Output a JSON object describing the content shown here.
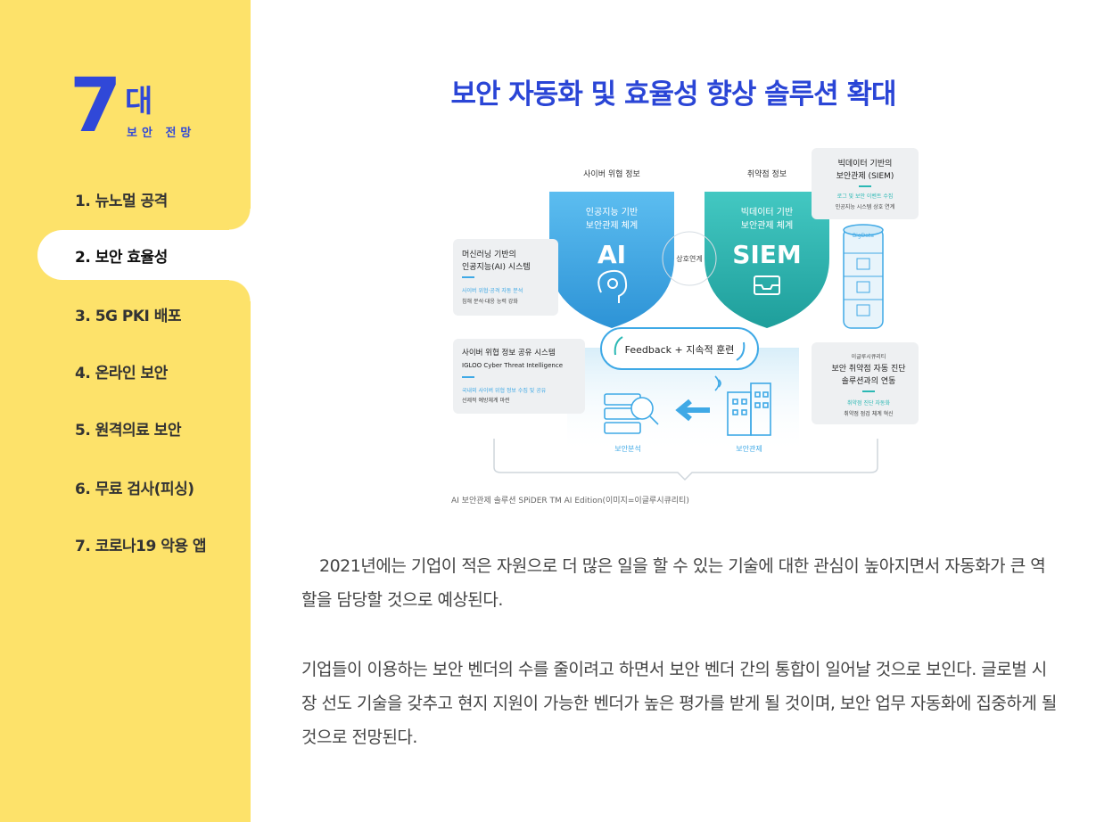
{
  "logo": {
    "number": "7",
    "dae": "대",
    "sub": "보안 전망"
  },
  "nav": {
    "items": [
      {
        "label": "1. 뉴노멀 공격",
        "active": false
      },
      {
        "label": "2. 보안 효율성",
        "active": true
      },
      {
        "label": "3. 5G PKI 배포",
        "active": false
      },
      {
        "label": "4. 온라인 보안",
        "active": false
      },
      {
        "label": "5. 원격의료 보안",
        "active": false
      },
      {
        "label": "6. 무료 검사(피싱)",
        "active": false
      },
      {
        "label": "7. 코로나19 악용 앱",
        "active": false
      }
    ]
  },
  "main": {
    "title": "보안 자동화 및 효율성 향상 솔루션 확대",
    "caption": "AI 보안관제 솔루션 SPiDER TM AI Edition(이미지=이글루시큐리티)",
    "paragraphs": [
      "2021년에는 기업이 적은 자원으로 더 많은 일을 할 수 있는 기술에 대한 관심이 높아지면서 자동화가 큰 역할을 담당할 것으로 예상된다.",
      "기업들이 이용하는 보안 벤더의 수를 줄이려고 하면서 보안 벤더 간의 통합이 일어날 것으로 보인다. 글로벌 시장 선도 기술을 갖추고 현지 지원이 가능한 벤더가 높은 평가를 받게 될 것이며, 보안 업무 자동화에 집중하게 될 것으로 전망된다."
    ]
  },
  "diagram": {
    "top_left_label": "사이버 위협 정보",
    "top_right_label": "취약점 정보",
    "ai_shield": {
      "line1": "인공지능 기반",
      "line2": "보안관제 체계",
      "big": "AI"
    },
    "siem_shield": {
      "line1": "빅데이터 기반",
      "line2": "보안관제 체계",
      "big": "SIEM"
    },
    "link_label": "상호연계",
    "feedback": "Feedback + 지속적 훈련",
    "box_ml": {
      "title1": "머신러닝 기반의",
      "title2": "인공지능(AI) 시스템",
      "sub1": "사이버 위협·공격 자동 분석",
      "sub2": "침해 분석·대응 능력 강화"
    },
    "box_cti": {
      "title1": "사이버 위협 정보 공유 시스템",
      "title2": "IGLOO Cyber Threat Intelligence",
      "sub1": "국내외 사이버 위협 정보 수집 및 공유",
      "sub2": "선제적 예방체계 마련"
    },
    "box_siem": {
      "title1": "빅데이터 기반의",
      "title2": "보안관제 (SIEM)",
      "sub1": "로그 및 보안 이벤트 수집",
      "sub2": "인공지능 시스템 상호 연계"
    },
    "box_vuln": {
      "title0": "이글루시큐리티",
      "title1": "보안 취약점 자동 진단",
      "title2": "솔루션과의 연동",
      "sub1": "취약점 진단 자동화",
      "sub2": "취약점 점검 체계 혁신"
    },
    "bigdata_label": "BigData",
    "analysis_label": "보안분석",
    "control_label": "보안관제",
    "colors": {
      "shield_ai": "#3fa9e6",
      "shield_siem": "#2bb8b4",
      "accent_blue": "#2a45d6",
      "sidebar": "#fde26a"
    }
  }
}
